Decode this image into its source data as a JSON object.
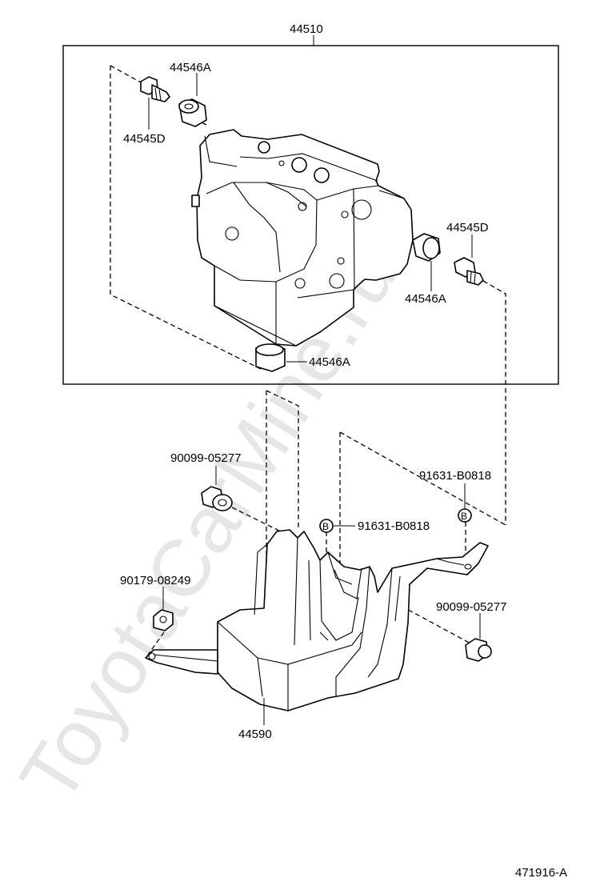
{
  "watermark": "ToyotaCarMine.ru",
  "assembly": {
    "part_number": "44510"
  },
  "labels": {
    "cushion_top": "44546A",
    "bolt_top_left": "44545D",
    "bolt_right": "44545D",
    "cushion_right": "44546A",
    "cushion_bottom": "44546A",
    "bolt_bracket_left": "90099-05277",
    "nut_b_upper": "91631-B0818",
    "nut_b_lower": "91631-B0818",
    "bolt_bracket_right": "90099-05277",
    "nut_left": "90179-08249",
    "bracket": "44590"
  },
  "markers": {
    "b_lower": "B",
    "b_upper": "B"
  },
  "diagram_id": "471916-A"
}
